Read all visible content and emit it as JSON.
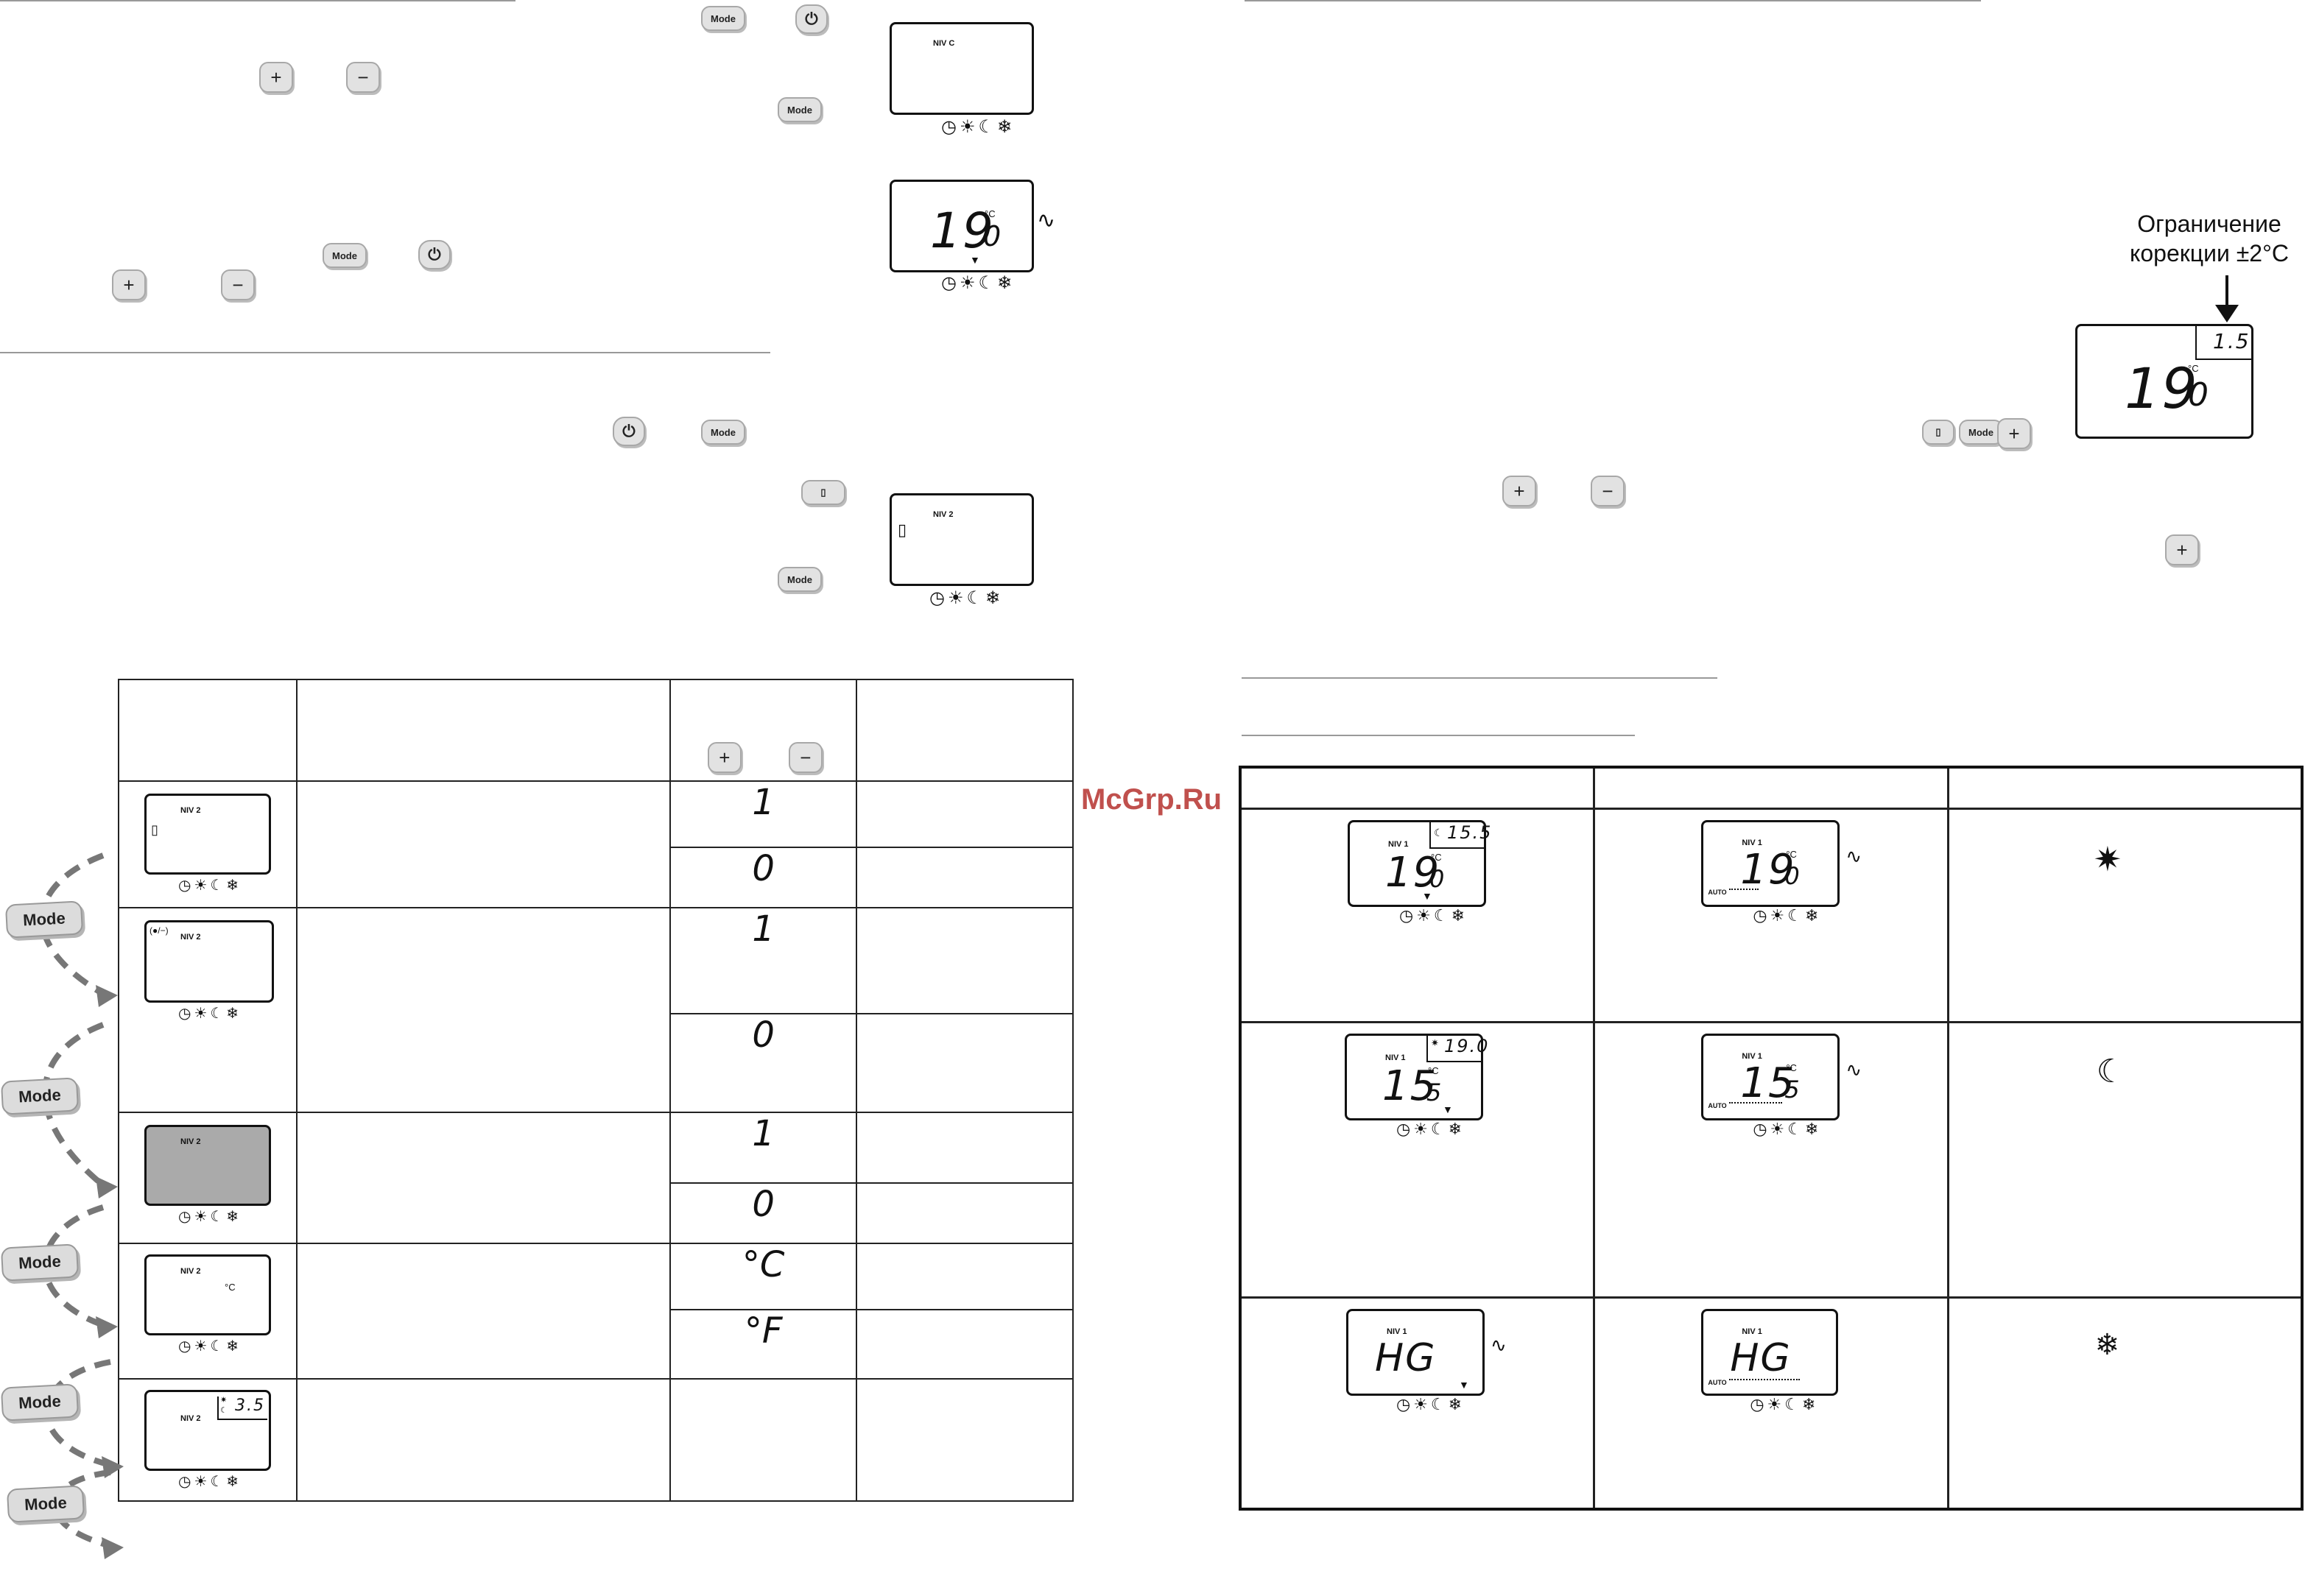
{
  "buttons": {
    "mode": "Mode",
    "plus": "+",
    "minus": "−",
    "power": "⏻",
    "pilot": "▯"
  },
  "lcd": {
    "niv1": "NIV 1",
    "niv2": "NIV 2",
    "niv_c": "NIV C",
    "temp_19": "19",
    "temp_19_dec": "0",
    "temp_15": "15",
    "temp_15_dec": "5",
    "unit_c": "°C",
    "hg": "HG",
    "small_155": "15.5",
    "small_190": "19.0",
    "small_35": "3.5",
    "small_15": "1.5",
    "auto": "AUTO",
    "toggle": "(●/−)",
    "icons": "◷☀☾❄"
  },
  "table_left": {
    "values": [
      "1",
      "0",
      "1",
      "0",
      "1",
      "0",
      "°C",
      "°F"
    ]
  },
  "mode_label": "Mode",
  "symbols": {
    "comfort": "✷",
    "eco": "☾",
    "frost": "❄",
    "wave": "∿"
  },
  "caption": {
    "line1": "Ограничение",
    "line2": "корекции ±2°C"
  },
  "watermark": "McGrp.Ru"
}
